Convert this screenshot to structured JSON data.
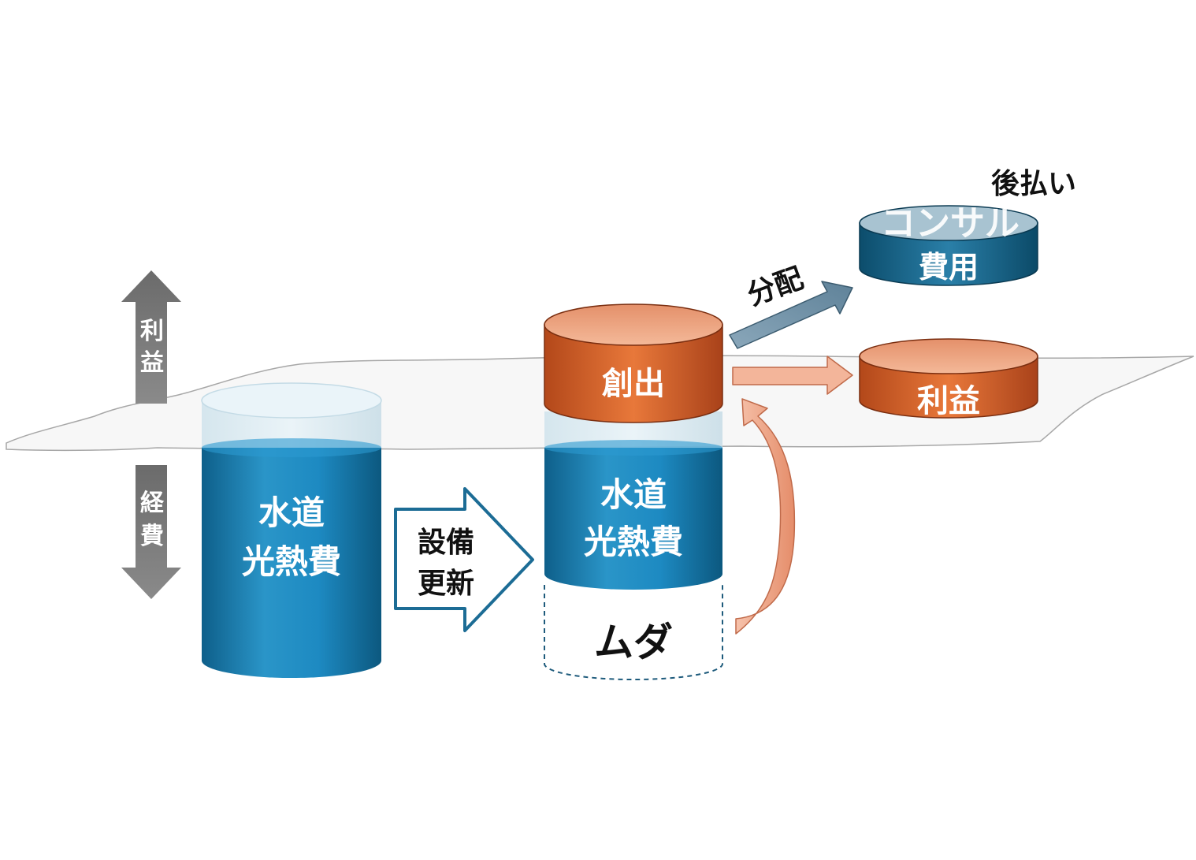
{
  "axis": {
    "profit_label_1": "利",
    "profit_label_2": "益",
    "expense_label_1": "経",
    "expense_label_2": "費"
  },
  "left_cylinder": {
    "line1": "水道",
    "line2": "光熱費"
  },
  "renewal_arrow": {
    "line1": "設備",
    "line2": "更新"
  },
  "middle_stack": {
    "created_label": "創出",
    "utilities_line1": "水道",
    "utilities_line2": "光熱費",
    "waste_label": "ムダ"
  },
  "distribution": {
    "label": "分配",
    "deferred_label": "後払い",
    "consult_line1": "コンサル",
    "consult_line2": "費用",
    "profit_label": "利益"
  },
  "colors": {
    "blue": "#1a7fb3",
    "orange": "#d9652a",
    "peach": "#f0a98a",
    "gray": "#7a7a7a",
    "slate": "#6a8ba0"
  }
}
